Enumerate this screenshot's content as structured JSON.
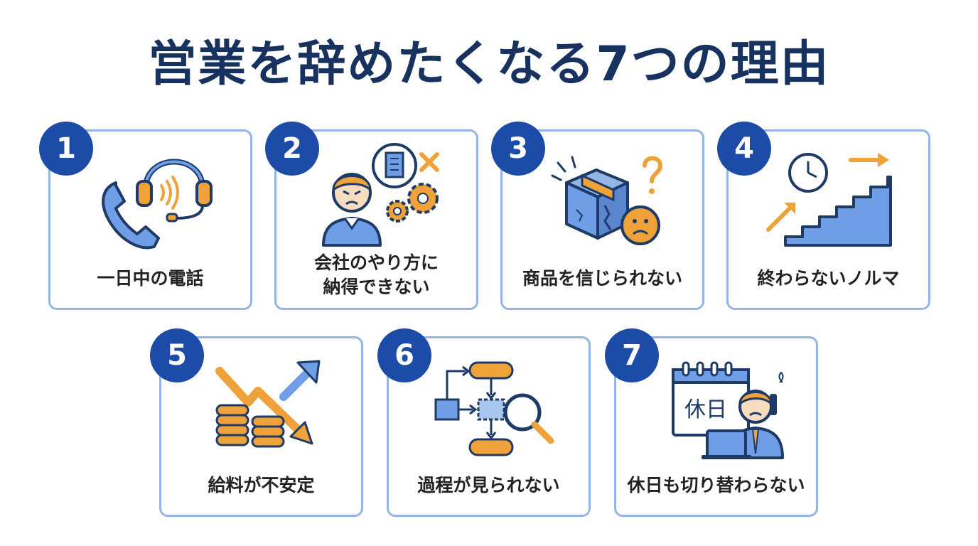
{
  "title": "営業を辞めたくなる7つの理由",
  "colors": {
    "navy": "#1d4ca8",
    "border": "#94b6e6",
    "orange": "#f0a23a",
    "blue": "#6f9ee6",
    "dark": "#1e3a66"
  },
  "cards": [
    {
      "number": "1",
      "lines": [
        "一日中の電話"
      ],
      "icon": "headset-phone-icon"
    },
    {
      "number": "2",
      "lines": [
        "会社のやり方に",
        "納得できない"
      ],
      "icon": "frustrated-worker-icon"
    },
    {
      "number": "3",
      "lines": [
        "商品を信じられない"
      ],
      "icon": "damaged-box-icon"
    },
    {
      "number": "4",
      "lines": [
        "終わらないノルマ"
      ],
      "icon": "endless-stairs-icon"
    },
    {
      "number": "5",
      "lines": [
        "給料が不安定"
      ],
      "icon": "coins-zigzag-icon"
    },
    {
      "number": "6",
      "lines": [
        "過程が見られない"
      ],
      "icon": "flowchart-magnifier-icon"
    },
    {
      "number": "7",
      "lines": [
        "休日も切り替わらない"
      ],
      "icon": "holiday-work-icon"
    }
  ],
  "calendar_text": "休日"
}
